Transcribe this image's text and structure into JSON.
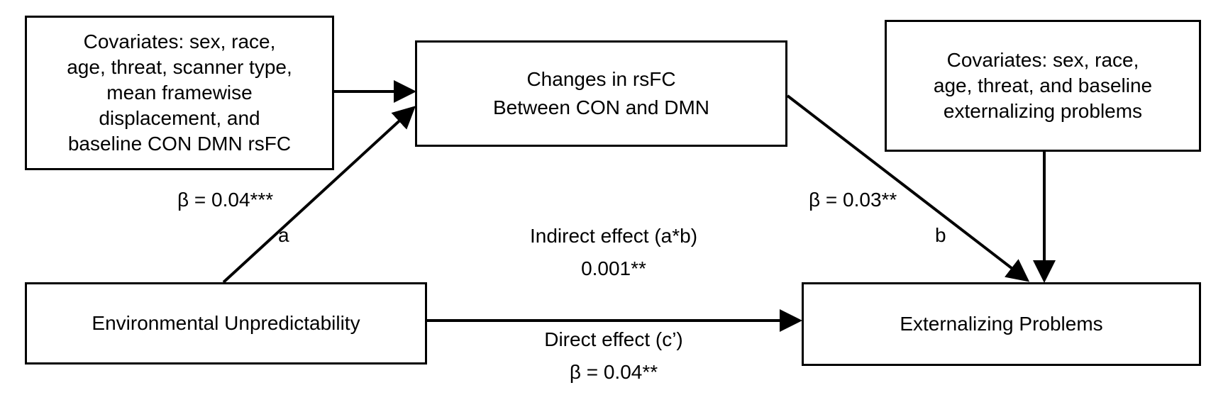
{
  "nodes": {
    "covariates_left": [
      "Covariates: sex, race,",
      "age, threat, scanner type,",
      "mean framewise",
      "displacement, and",
      "baseline CON  DMN rsFC"
    ],
    "rsfc_change": [
      "Changes in rsFC",
      "Between CON and DMN"
    ],
    "covariates_right": [
      "Covariates: sex, race,",
      "age, threat, and baseline",
      "externalizing problems"
    ],
    "environmental_unpredictability": "Environmental Unpredictability",
    "externalizing_problems": "Externalizing Problems"
  },
  "paths": {
    "a_beta": "β = 0.04***",
    "a_label": "a",
    "b_beta": "β = 0.03**",
    "b_label": "b",
    "indirect_label": "Indirect effect (a*b)",
    "indirect_value": "0.001**",
    "direct_label": "Direct effect (c’)",
    "direct_value": "β = 0.04**"
  }
}
